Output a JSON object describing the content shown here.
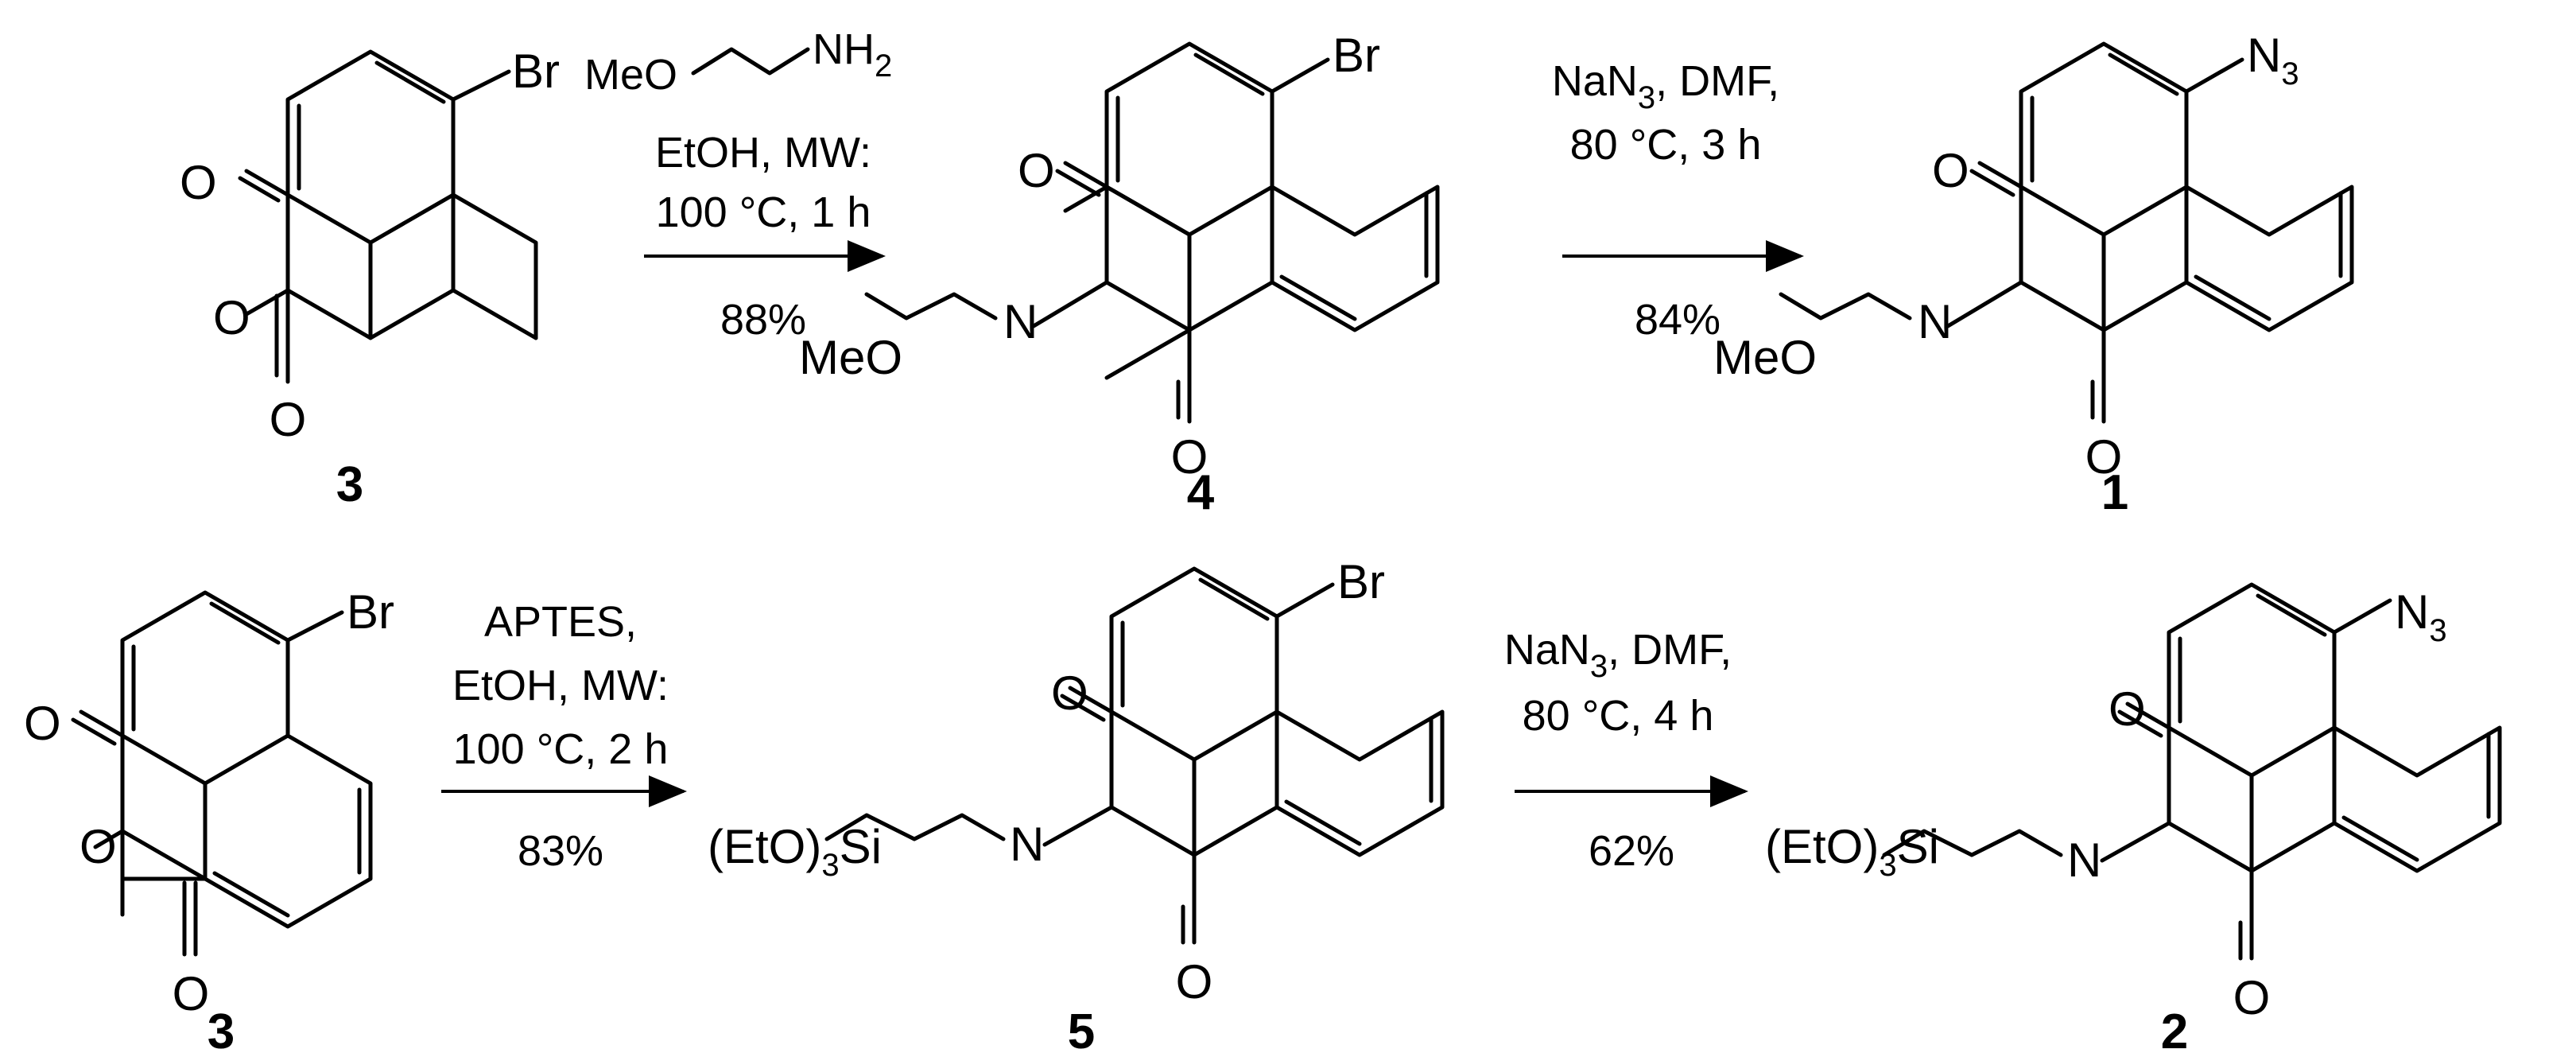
{
  "compounds": {
    "c3_top": {
      "number": "3",
      "br": "Br",
      "o_top": "O",
      "o_mid": "O",
      "o_bot": "O"
    },
    "c4": {
      "number": "4",
      "br": "Br",
      "o_top": "O",
      "n": "N",
      "o_bot": "O",
      "meo": "MeO"
    },
    "c1": {
      "number": "1",
      "n3_main": "N",
      "n3_sub": "3",
      "o_top": "O",
      "n": "N",
      "o_bot": "O",
      "meo": "MeO"
    },
    "c3_bottom": {
      "number": "3",
      "br": "Br",
      "o_top": "O",
      "o_mid": "O",
      "o_bot": "O"
    },
    "c5": {
      "number": "5",
      "br": "Br",
      "o_top": "O",
      "n": "N",
      "o_bot": "O",
      "si_pre": "(EtO)",
      "si_sub": "3",
      "si_post": "Si"
    },
    "c2": {
      "number": "2",
      "n3_main": "N",
      "n3_sub": "3",
      "o_top": "O",
      "n": "N",
      "o_bot": "O",
      "si_pre": "(EtO)",
      "si_sub": "3",
      "si_post": "Si"
    }
  },
  "reactions": {
    "r1": {
      "reagent_meo": "MeO",
      "reagent_nh": "NH",
      "reagent_nh_sub": "2",
      "line1": "EtOH, MW:",
      "line2": "100 °C, 1 h",
      "yield": "88%"
    },
    "r2": {
      "line1_pre": "NaN",
      "line1_sub": "3",
      "line1_post": ", DMF,",
      "line2": "80 °C, 3 h",
      "yield": "84%"
    },
    "r3": {
      "line0": "APTES,",
      "line1": "EtOH, MW:",
      "line2": "100 °C, 2 h",
      "yield": "83%"
    },
    "r4": {
      "line1_pre": "NaN",
      "line1_sub": "3",
      "line1_post": ", DMF,",
      "line2": "80 °C, 4 h",
      "yield": "62%"
    }
  }
}
